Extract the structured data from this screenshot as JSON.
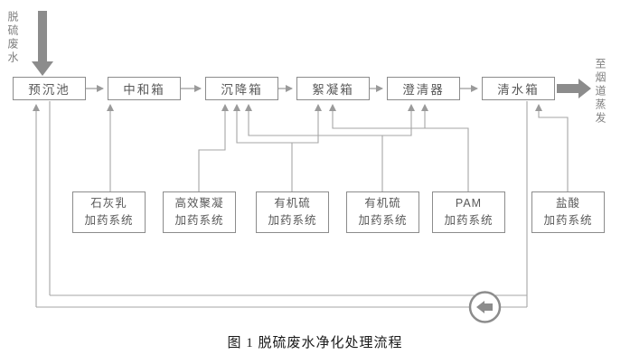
{
  "caption": "图 1 脱硫废水净化处理流程",
  "labels": {
    "inlet": "脱硫废水",
    "outlet": "至烟道蒸发"
  },
  "process": [
    {
      "label": "预沉池"
    },
    {
      "label": "中和箱"
    },
    {
      "label": "沉降箱"
    },
    {
      "label": "絮凝箱"
    },
    {
      "label": "澄清器"
    },
    {
      "label": "清水箱"
    }
  ],
  "dosing": [
    {
      "line1": "石灰乳",
      "line2": "加药系统"
    },
    {
      "line1": "高效聚凝",
      "line2": "加药系统"
    },
    {
      "line1": "有机硫",
      "line2": "加药系统"
    },
    {
      "line1": "有机硫",
      "line2": "加药系统"
    },
    {
      "line1": "PAM",
      "line2": "加药系统"
    },
    {
      "line1": "盐酸",
      "line2": "加药系统"
    }
  ],
  "icons": {
    "inlet_arrow": "thick-down-arrow",
    "outlet_arrow": "thick-right-arrow",
    "recycle": "circled-left-arrow"
  },
  "colors": {
    "box_border": "#8c8c8c",
    "box_text": "#595959",
    "flow_line": "#9a9a9a",
    "thick_arrow": "#8c8c8c",
    "caption_text": "#1a1a1a",
    "background": "#ffffff"
  }
}
